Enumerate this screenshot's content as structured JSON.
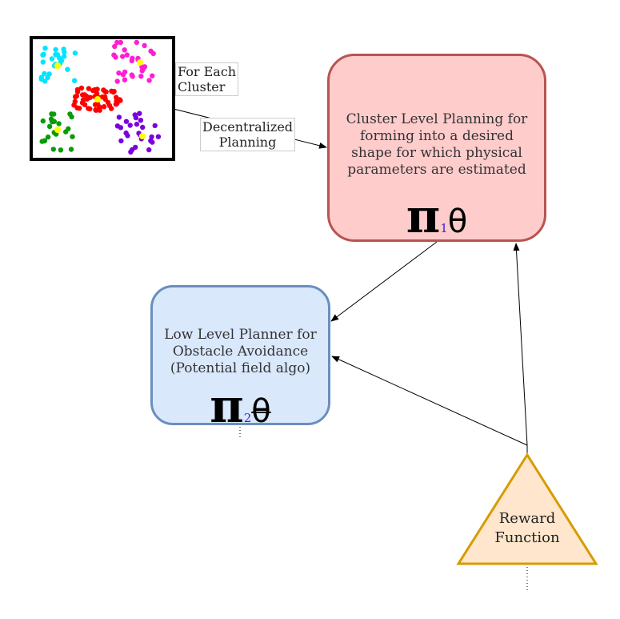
{
  "labels": {
    "for_each_cluster": [
      "For Each",
      "Cluster"
    ],
    "decentralized_planning": [
      "Decentralized",
      "Planning"
    ]
  },
  "cluster_node": {
    "lines": [
      "Cluster Level Planning for",
      "forming into a desired",
      "shape for which physical",
      "parameters are estimated"
    ],
    "policy_symbol": "π",
    "policy_subscript": "1",
    "policy_param": "θ",
    "fill": "#ffcccc",
    "stroke": "#b85450"
  },
  "low_level_node": {
    "lines": [
      "Low Level Planner for",
      "Obstacle Avoidance",
      "(Potential field algo)"
    ],
    "policy_symbol": "π",
    "policy_subscript": "2",
    "policy_param": "θ",
    "fill": "#dae8fc",
    "stroke": "#6c8ebf"
  },
  "reward_node": {
    "lines": [
      "Reward",
      "Function"
    ],
    "fill": "#ffe6cc",
    "stroke": "#d79b00"
  },
  "clusters": [
    {
      "name": "cyan",
      "color": "#00e5ff"
    },
    {
      "name": "magenta",
      "color": "#ff1fd2"
    },
    {
      "name": "red",
      "color": "#ff0000"
    },
    {
      "name": "green",
      "color": "#0a9a0a"
    },
    {
      "name": "purple",
      "color": "#7a00e0"
    },
    {
      "name": "centroid",
      "color": "#ffff00"
    }
  ]
}
